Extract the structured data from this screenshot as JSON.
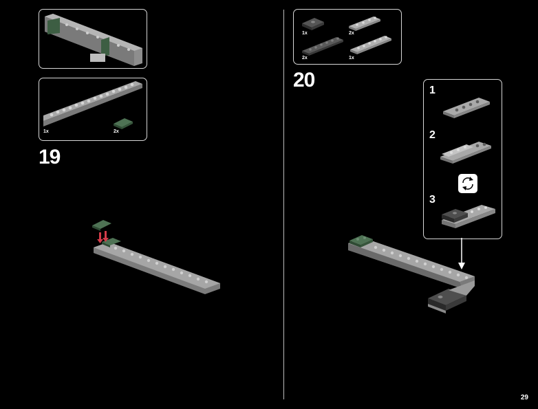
{
  "page_number": "29",
  "step19": {
    "number": "19",
    "prev_assembly_panel": {},
    "parts_panel": {
      "parts": [
        {
          "qty": "1x",
          "color": "gray",
          "part": "plate-long"
        },
        {
          "qty": "2x",
          "color": "dark-green",
          "part": "plate-small"
        }
      ]
    }
  },
  "step20": {
    "number": "20",
    "parts_panel": {
      "parts": [
        {
          "qty": "1x",
          "color": "dark-gray",
          "part": "tile-with-stud"
        },
        {
          "qty": "2x",
          "color": "gray",
          "part": "plate-1x4"
        },
        {
          "qty": "2x",
          "color": "dark-gray",
          "part": "plate-1x6"
        },
        {
          "qty": "1x",
          "color": "gray",
          "part": "plate-1x6"
        }
      ]
    },
    "sub_steps": [
      {
        "number": "1"
      },
      {
        "number": "2"
      },
      {
        "number": "3"
      }
    ]
  },
  "colors": {
    "background": "#000000",
    "panel_border": "#d8d8d8",
    "brick_gray": "#9a9a9a",
    "brick_dark_gray": "#4a4a4a",
    "brick_green": "#3d5e43",
    "arrow_red": "#d23c4a"
  }
}
